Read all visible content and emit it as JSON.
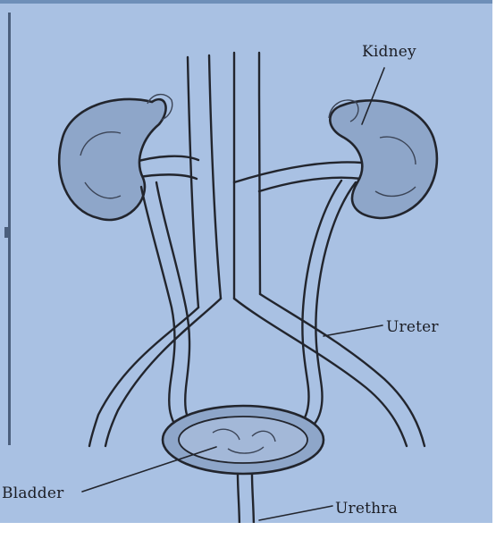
{
  "diagram": {
    "labels": {
      "kidney": "Kidney",
      "ureter": "Ureter",
      "bladder": "Bladder",
      "urethra": "Urethra"
    }
  },
  "colors": {
    "background": "#a9c1e3",
    "organ_fill": "#8ea6c9",
    "outline": "#22252d"
  }
}
